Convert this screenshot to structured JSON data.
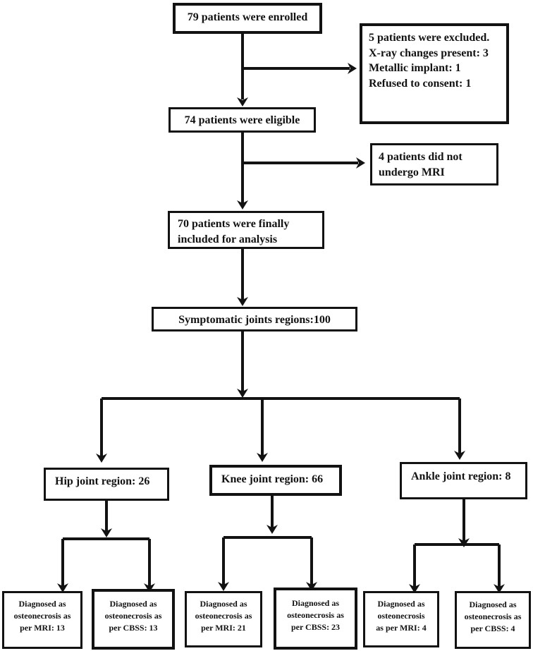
{
  "diagram": {
    "colors": {
      "ink": "#121212",
      "background": "#ffffff"
    },
    "boxes": {
      "enrolled": {
        "lines": [
          "79 patients were enrolled"
        ]
      },
      "excluded": {
        "lines": [
          "5 patients were excluded.",
          "X-ray changes present: 3",
          "Metallic implant: 1",
          "Refused to consent: 1"
        ]
      },
      "eligible": {
        "lines": [
          "74 patients were eligible"
        ]
      },
      "no_mri": {
        "lines": [
          "4 patients did not",
          "undergo MRI"
        ]
      },
      "included": {
        "lines": [
          "70 patients were finally",
          "included for analysis"
        ]
      },
      "symptomatic": {
        "lines": [
          "Symptomatic joints regions:100"
        ]
      },
      "hip": {
        "lines": [
          "Hip joint region: 26"
        ]
      },
      "knee": {
        "lines": [
          "Knee joint region: 66"
        ]
      },
      "ankle": {
        "lines": [
          "Ankle joint region: 8"
        ]
      },
      "hip_mri": {
        "lines": [
          "Diagnosed as",
          "osteonecrosis as",
          "per MRI: 13"
        ]
      },
      "hip_cbss": {
        "lines": [
          "Diagnosed as",
          "osteonecrosis as",
          "per CBSS: 13"
        ]
      },
      "knee_mri": {
        "lines": [
          "Diagnosed as",
          "osteonecrosis as",
          "per MRI: 21"
        ]
      },
      "knee_cbss": {
        "lines": [
          "Diagnosed as",
          "osteonecrosis as",
          "per CBSS: 23"
        ]
      },
      "ankle_mri": {
        "lines": [
          "Diagnosed as",
          "osteonecrosis",
          "as per MRI: 4"
        ]
      },
      "ankle_cbss": {
        "lines": [
          "Diagnosed as",
          "osteonecrosis as",
          "per CBSS: 4"
        ]
      }
    }
  }
}
